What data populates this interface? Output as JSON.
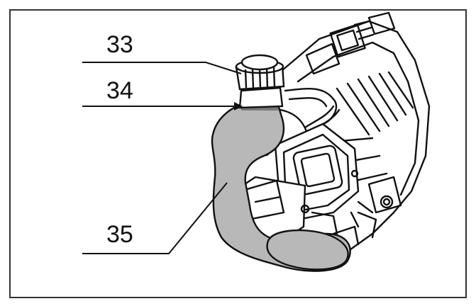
{
  "callouts": [
    {
      "id": "33",
      "label": "33"
    },
    {
      "id": "34",
      "label": "34"
    },
    {
      "id": "35",
      "label": "35"
    }
  ],
  "colors": {
    "frame": "#333333",
    "line": "#111111",
    "tank_fill": "#b8b8b8",
    "engine_stroke": "#111111",
    "paper": "#ffffff"
  },
  "icons": {
    "engine": "engine-illustration-icon",
    "tank": "fuel-tank-icon",
    "cap": "fuel-cap-icon"
  }
}
